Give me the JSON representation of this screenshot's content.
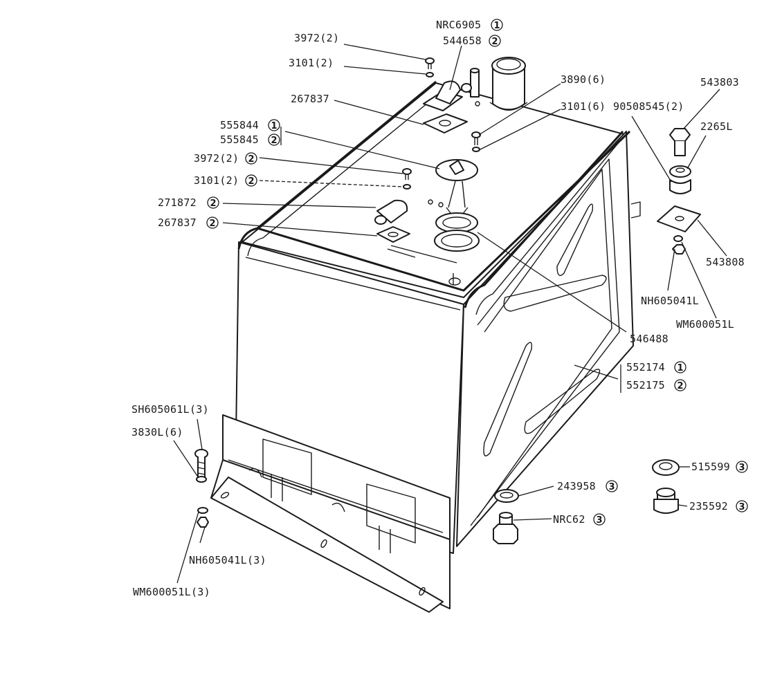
{
  "colors": {
    "ink": "#1a1a1a",
    "paper": "#ffffff"
  },
  "labels": {
    "nrc6905": "NRC6905",
    "p544658": "544658",
    "p3972_top": "3972(2)",
    "p3101_top": "3101(2)",
    "p267837_top": "267837",
    "p555844": "555844",
    "p555845": "555845",
    "p3972_2": "3972(2)",
    "p3101_2": "3101(2)",
    "p271872": "271872",
    "p267837_2": "267837",
    "p3890": "3890(6)",
    "p3101_6": "3101(6)",
    "p90508545": "90508545(2)",
    "p543803": "543803",
    "p2265l": "2265L",
    "p543808": "543808",
    "nh605041l": "NH605041L",
    "wm600051l": "WM600051L",
    "p546488": "546488",
    "p552174": "552174",
    "p552175": "552175",
    "sh605061l": "SH605061L(3)",
    "p3830l": "3830L(6)",
    "nh605041l_3": "NH605041L(3)",
    "wm600051l_3": "WM600051L(3)",
    "p243958": "243958",
    "nrc62": "NRC62",
    "p515599": "515599",
    "p235592": "235592"
  },
  "markers": {
    "one": "1",
    "two": "2",
    "three": "3"
  }
}
